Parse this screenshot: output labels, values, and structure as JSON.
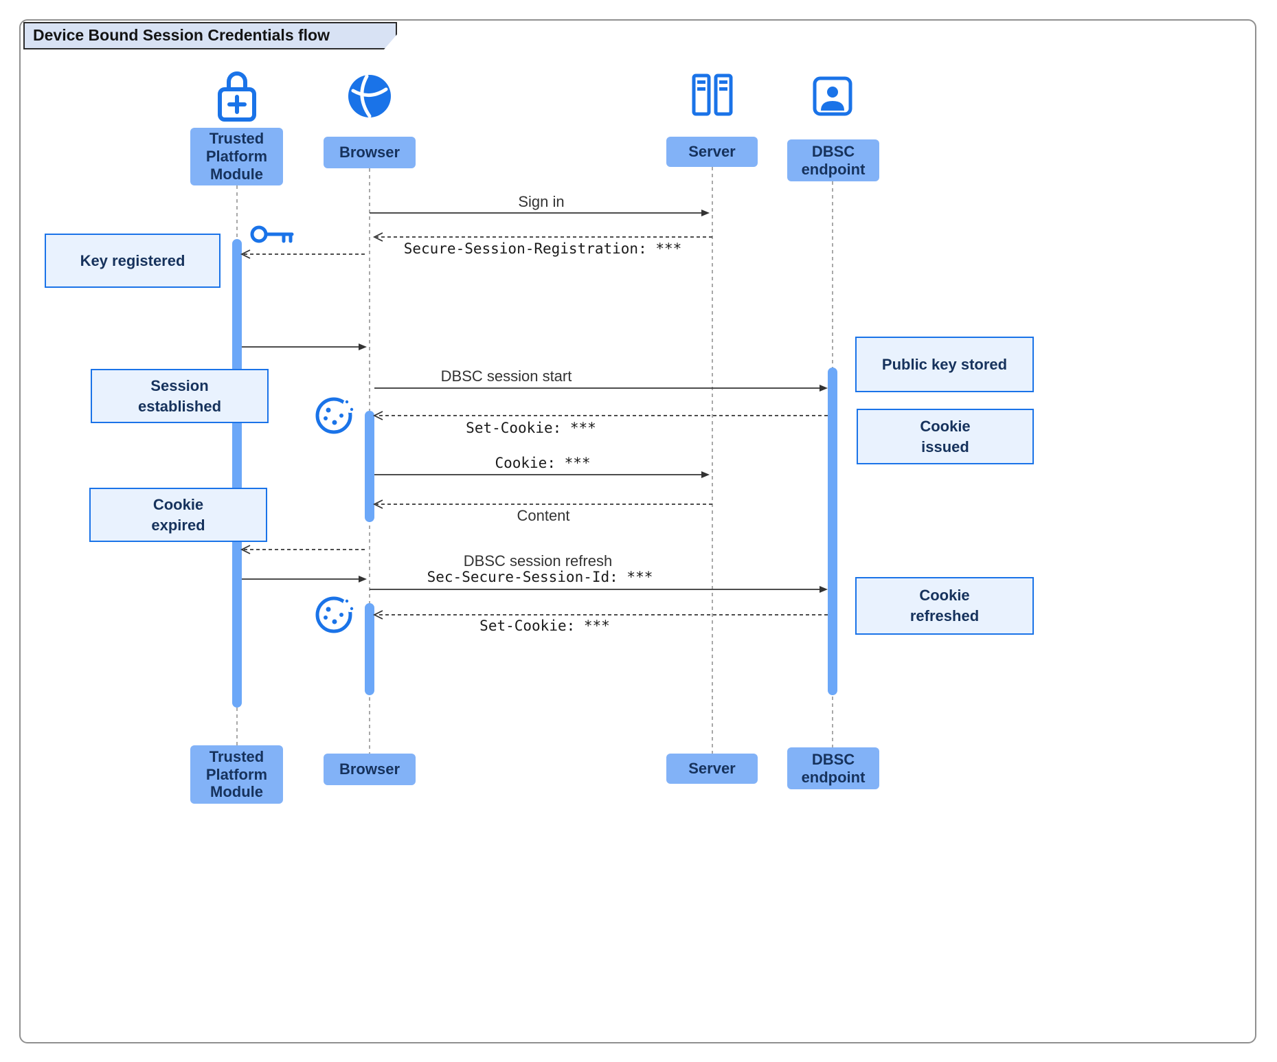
{
  "title": "Device Bound Session Credentials flow",
  "actors": {
    "tpm": "Trusted\nPlatform\nModule",
    "browser": "Browser",
    "server": "Server",
    "dbsc": "DBSC\nendpoint"
  },
  "messages": {
    "sign_in": "Sign in",
    "registration": "Secure-Session-Registration: ***",
    "session_start": "DBSC session start",
    "set_cookie_issued": "Set-Cookie: ***",
    "cookie": "Cookie: ***",
    "content": "Content",
    "refresh": "DBSC session refresh",
    "refresh_header": "Sec-Secure-Session-Id: ***",
    "set_cookie_refreshed": "Set-Cookie: ***"
  },
  "notes": {
    "key_registered": "Key registered",
    "session_established": "Session\nestablished",
    "cookie_expired": "Cookie\nexpired",
    "public_key_stored": "Public key stored",
    "cookie_issued": "Cookie\nissued",
    "cookie_refreshed": "Cookie\nrefreshed"
  },
  "icons": {
    "tpm": "lock-plus-icon",
    "browser": "globe-icon",
    "server": "server-racks-icon",
    "dbsc": "account-box-icon",
    "key": "key-icon",
    "cookie": "cookie-icon"
  },
  "colors": {
    "accent": "#1a73e8",
    "actor_fill": "#82b2f7",
    "actor_text": "#16325c",
    "note_fill": "#e9f2fe",
    "note_border": "#1a73e8",
    "activation": "#6ba7f8",
    "line": "#333333"
  }
}
